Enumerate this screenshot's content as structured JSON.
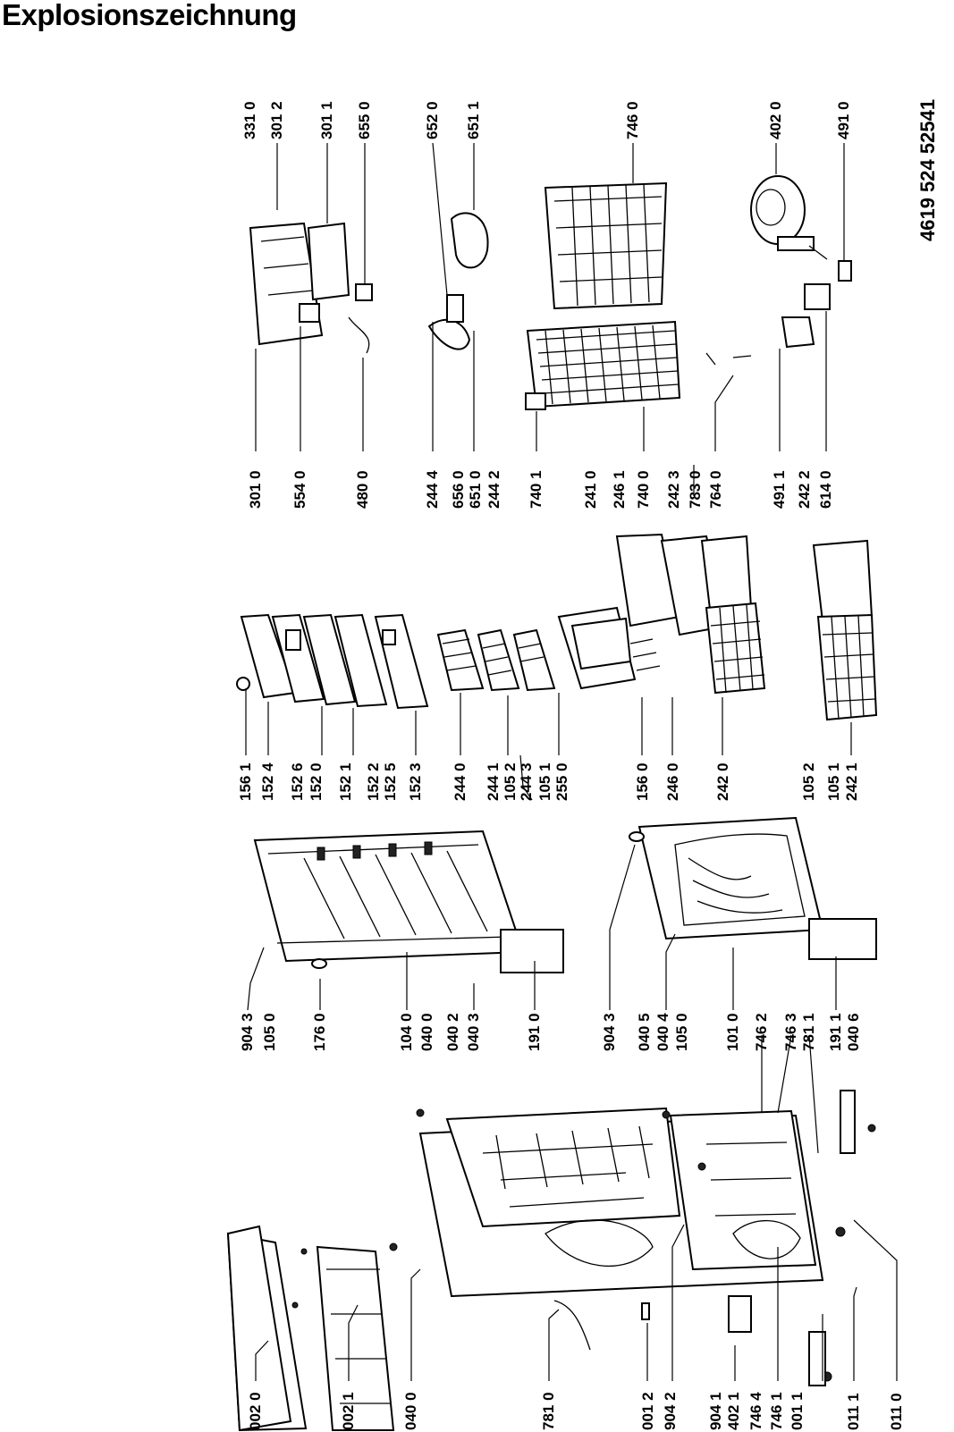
{
  "title": "Explosionszeichnung",
  "document_number": "4619 524 52541",
  "labels": {
    "bottom_row": [
      "002 0",
      "002 1",
      "040 0",
      "781 0",
      "001 2",
      "904 2",
      "904 1",
      "402 1",
      "746 4",
      "746 1",
      "001 1",
      "011 1",
      "011 0"
    ],
    "door_row": [
      "904 3",
      "105 0",
      "176 0",
      "104 0",
      "040 0",
      "040 2",
      "040 3",
      "191 0",
      "904 3",
      "040 5",
      "040 4",
      "105 0",
      "101 0",
      "746 2",
      "746 3",
      "781 1",
      "191 1",
      "040 6"
    ],
    "shelf_row": [
      "156 1",
      "152 4",
      "152 6",
      "152 0",
      "152 1",
      "152 2",
      "152 5",
      "152 3",
      "244 0",
      "244 1",
      "105 2",
      "244 3",
      "105 1",
      "255 0",
      "156 0",
      "246 0",
      "242 0",
      "105 2",
      "105 1",
      "242 1"
    ],
    "middle_row": [
      "301 0",
      "554 0",
      "480 0",
      "244 4",
      "656 0",
      "651 0",
      "244 2",
      "740 1",
      "241 0",
      "246 1",
      "740 0",
      "242 3",
      "783 0",
      "764 0",
      "491 1",
      "242 2",
      "614 0"
    ],
    "top_row": [
      "331 0",
      "301 2",
      "301 1",
      "655 0",
      "652 0",
      "651 1",
      "746 0",
      "402 0",
      "491 0"
    ]
  }
}
